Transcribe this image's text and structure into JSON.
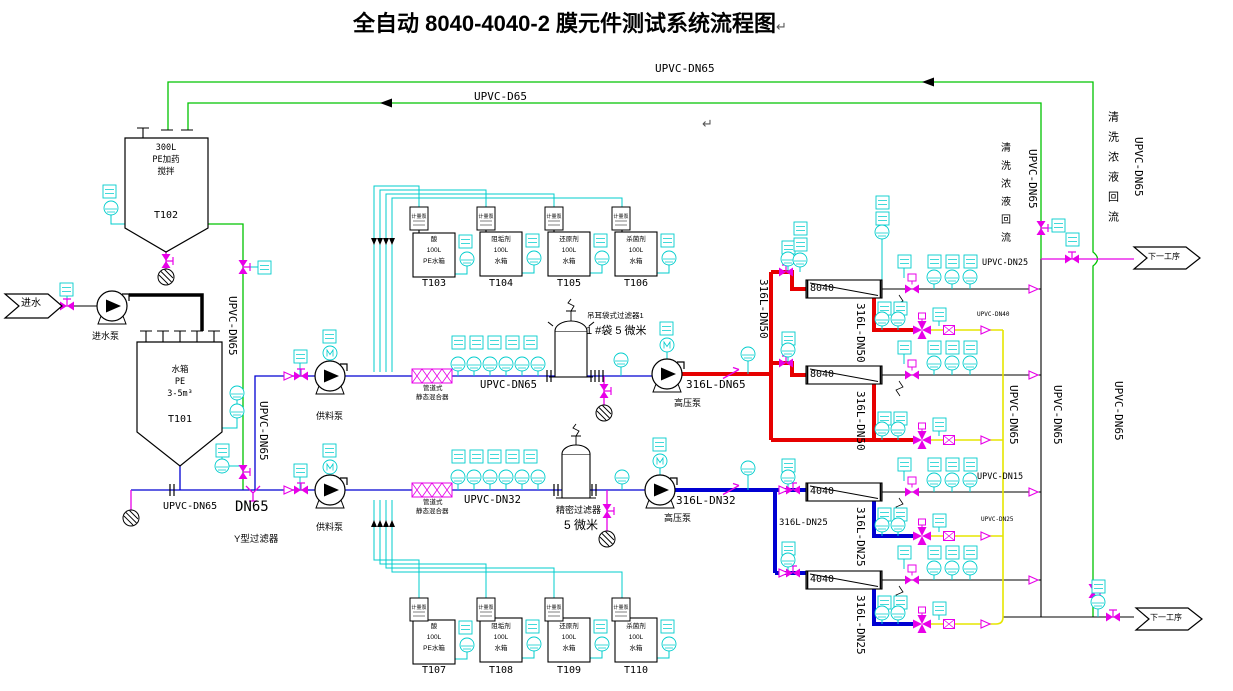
{
  "title": "全自动 8040-4040-2 膜元件测试系统流程图",
  "return_mark": "↵",
  "colors": {
    "pipe_green": "#00c400",
    "pipe_blue": "#0000d2",
    "pipe_red": "#e60000",
    "pipe_yellow": "#e6e600",
    "instrument_cyan": "#00cdcd",
    "valve_magenta": "#e800e8",
    "line_black": "#000000"
  },
  "flags": {
    "inlet": "进水",
    "next": "下一工序"
  },
  "pumps": {
    "inlet": "进水泵",
    "feed": "供料泵",
    "hp": "高压泵",
    "dosing": "计量泵"
  },
  "tanks": {
    "t101": {
      "l1": "水箱",
      "l2": "PE",
      "l3": "3-5m³",
      "tag": "T101"
    },
    "t102": {
      "l1": "300L",
      "l2": "PE加药",
      "l3": "搅拌",
      "tag": "T102"
    },
    "d1": {
      "l1": "酸",
      "l2": "100L",
      "l3": "PE水箱",
      "tagTop": "T103",
      "tagBot": "T107"
    },
    "d2": {
      "l1": "阻垢剂",
      "l2": "100L",
      "l3": "水箱",
      "tagTop": "T104",
      "tagBot": "T108"
    },
    "d3": {
      "l1": "还原剂",
      "l2": "100L",
      "l3": "水箱",
      "tagTop": "T105",
      "tagBot": "T109"
    },
    "d4": {
      "l1": "杀菌剂",
      "l2": "100L",
      "l3": "水箱",
      "tagTop": "T106",
      "tagBot": "T110"
    }
  },
  "equipment": {
    "y_strainer": "Y型过滤器",
    "bag_filter_1": "吊耳袋式过滤器1",
    "bag_filter_2": "1 #袋 5 微米",
    "precision_1": "精密过滤器",
    "precision_2": "5 微米",
    "mixer_1": "管道式",
    "mixer_2": "静态混合器",
    "m8040": "8040",
    "m4040": "4040"
  },
  "pipes": {
    "upvc_dn65": "UPVC-DN65",
    "upvc_d65": "UPVC-D65",
    "upvc_dn32": "UPVC-DN32",
    "upvc_dn25": "UPVC-DN25",
    "upvc_dn15": "UPVC-DN15",
    "upvc_dn40": "UPVC-DN40",
    "dn65": "DN65",
    "s316_dn65": "316L-DN65",
    "s316_dn32": "316L-DN32",
    "s316_dn50": "316L-DN50",
    "s316_dn25": "316L-DN25"
  },
  "notes": {
    "cip_return": "清洗浓液回流"
  }
}
